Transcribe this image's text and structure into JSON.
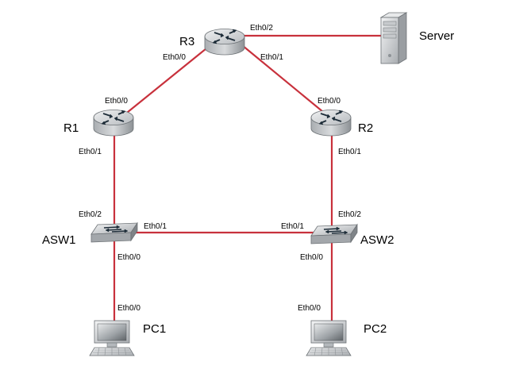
{
  "colors": {
    "link": "#c8313c",
    "device_face": "#d0d3d6",
    "device_side": "#8d9296",
    "arrow": "#1d2c38"
  },
  "devices": {
    "r3": {
      "name": "R3",
      "icon": "router-icon"
    },
    "r1": {
      "name": "R1",
      "icon": "router-icon"
    },
    "r2": {
      "name": "R2",
      "icon": "router-icon"
    },
    "asw1": {
      "name": "ASW1",
      "icon": "switch-icon"
    },
    "asw2": {
      "name": "ASW2",
      "icon": "switch-icon"
    },
    "server": {
      "name": "Server",
      "icon": "server-icon"
    },
    "pc1": {
      "name": "PC1",
      "icon": "pc-icon"
    },
    "pc2": {
      "name": "PC2",
      "icon": "pc-icon"
    }
  },
  "ports": {
    "r3_e00": "Eth0/0",
    "r3_e01": "Eth0/1",
    "r3_e02": "Eth0/2",
    "r1_e00": "Eth0/0",
    "r1_e01": "Eth0/1",
    "r2_e00": "Eth0/0",
    "r2_e01": "Eth0/1",
    "asw1_e02": "Eth0/2",
    "asw1_e01": "Eth0/1",
    "asw1_e00": "Eth0/0",
    "asw2_e01": "Eth0/1",
    "asw2_e02": "Eth0/2",
    "asw2_e00": "Eth0/0",
    "pc1_e00": "Eth0/0",
    "pc2_e00": "Eth0/0"
  }
}
